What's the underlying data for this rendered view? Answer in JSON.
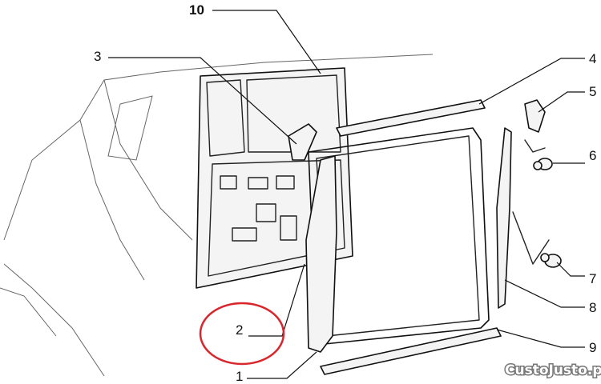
{
  "diagram": {
    "callouts": {
      "c1": "1",
      "c2": "2",
      "c3": "3",
      "c4": "4",
      "c5": "5",
      "c6": "6",
      "c7": "7",
      "c8": "8",
      "c9": "9",
      "c10": "10"
    },
    "highlight_color": "#d9262c",
    "watermark": "CustoJusto.pt"
  }
}
